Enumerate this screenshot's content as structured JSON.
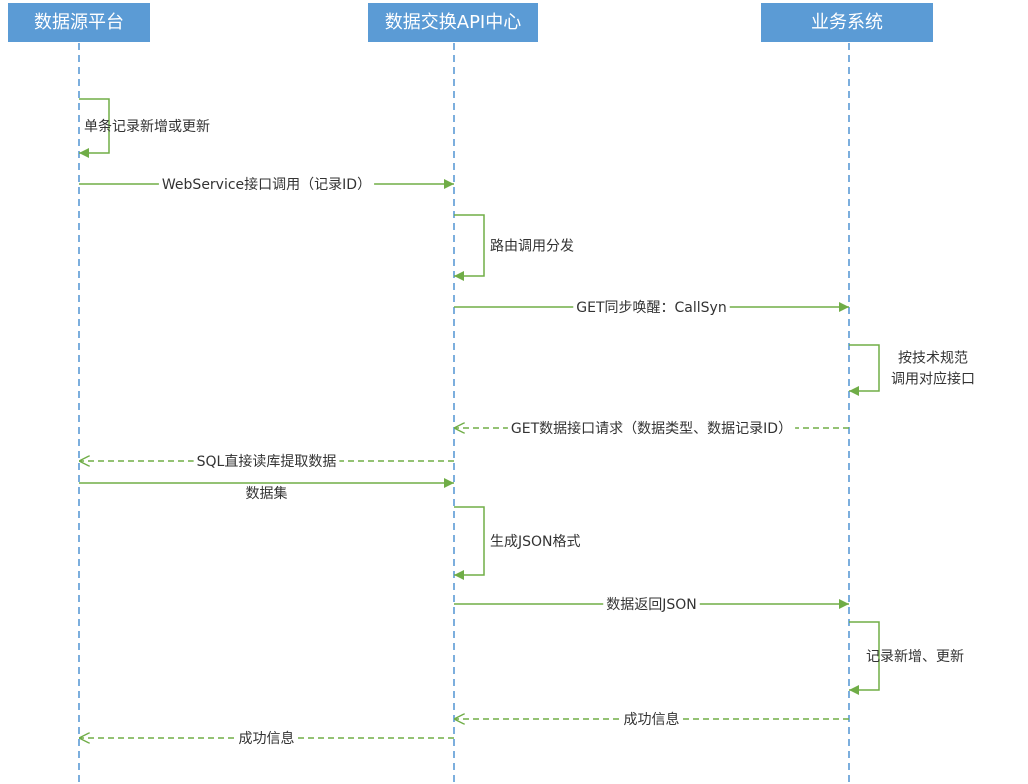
{
  "participants": {
    "source": "数据源平台",
    "api": "数据交换API中心",
    "business": "业务系统"
  },
  "messages": [
    {
      "from": "source",
      "to": "source",
      "type": "self",
      "label": "单条记录新增或更新"
    },
    {
      "from": "source",
      "to": "api",
      "type": "solid",
      "label": "WebService接口调用（记录ID）"
    },
    {
      "from": "api",
      "to": "api",
      "type": "self",
      "label": "路由调用分发"
    },
    {
      "from": "api",
      "to": "business",
      "type": "solid",
      "label": "GET同步唤醒：CallSyn"
    },
    {
      "from": "business",
      "to": "business",
      "type": "self",
      "label": "按技术规范\n调用对应接口"
    },
    {
      "from": "business",
      "to": "api",
      "type": "dashed",
      "label": "GET数据接口请求（数据类型、数据记录ID）"
    },
    {
      "from": "api",
      "to": "source",
      "type": "dashed",
      "label": "SQL直接读库提取数据"
    },
    {
      "from": "source",
      "to": "api",
      "type": "solid",
      "label": "数据集"
    },
    {
      "from": "api",
      "to": "api",
      "type": "self",
      "label": "生成JSON格式"
    },
    {
      "from": "api",
      "to": "business",
      "type": "solid",
      "label": "数据返回JSON"
    },
    {
      "from": "business",
      "to": "business",
      "type": "self",
      "label": "记录新增、更新"
    },
    {
      "from": "business",
      "to": "api",
      "type": "dashed",
      "label": "成功信息"
    },
    {
      "from": "api",
      "to": "source",
      "type": "dashed",
      "label": "成功信息"
    }
  ],
  "colors": {
    "participant_fill": "#5b9bd5",
    "participant_text": "#ffffff",
    "lifeline": "#5b9bd5",
    "message": "#70ad47",
    "label_text": "#333333"
  }
}
